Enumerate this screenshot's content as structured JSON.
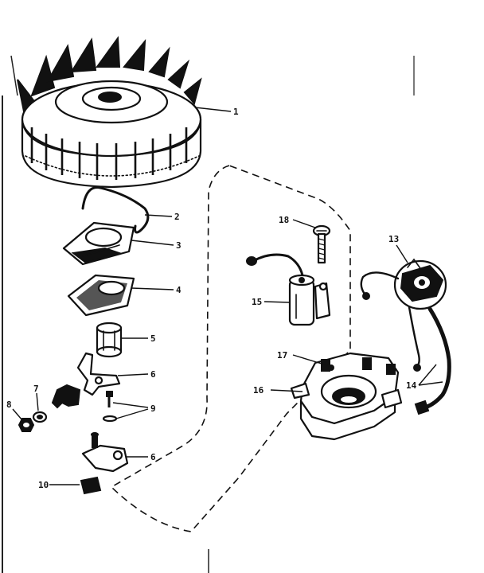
{
  "diagram": {
    "callouts": [
      {
        "id": "p1",
        "text": "1"
      },
      {
        "id": "p2",
        "text": "2"
      },
      {
        "id": "p3",
        "text": "3"
      },
      {
        "id": "p4",
        "text": "4"
      },
      {
        "id": "p5",
        "text": "5"
      },
      {
        "id": "p6a",
        "text": "6"
      },
      {
        "id": "p6b",
        "text": "6"
      },
      {
        "id": "p7",
        "text": "7"
      },
      {
        "id": "p8",
        "text": "8"
      },
      {
        "id": "p9",
        "text": "9"
      },
      {
        "id": "p10",
        "text": "10"
      },
      {
        "id": "p13",
        "text": "13"
      },
      {
        "id": "p14",
        "text": "14"
      },
      {
        "id": "p15",
        "text": "15"
      },
      {
        "id": "p16",
        "text": "16"
      },
      {
        "id": "p17",
        "text": "17"
      },
      {
        "id": "p18",
        "text": "18"
      }
    ]
  }
}
